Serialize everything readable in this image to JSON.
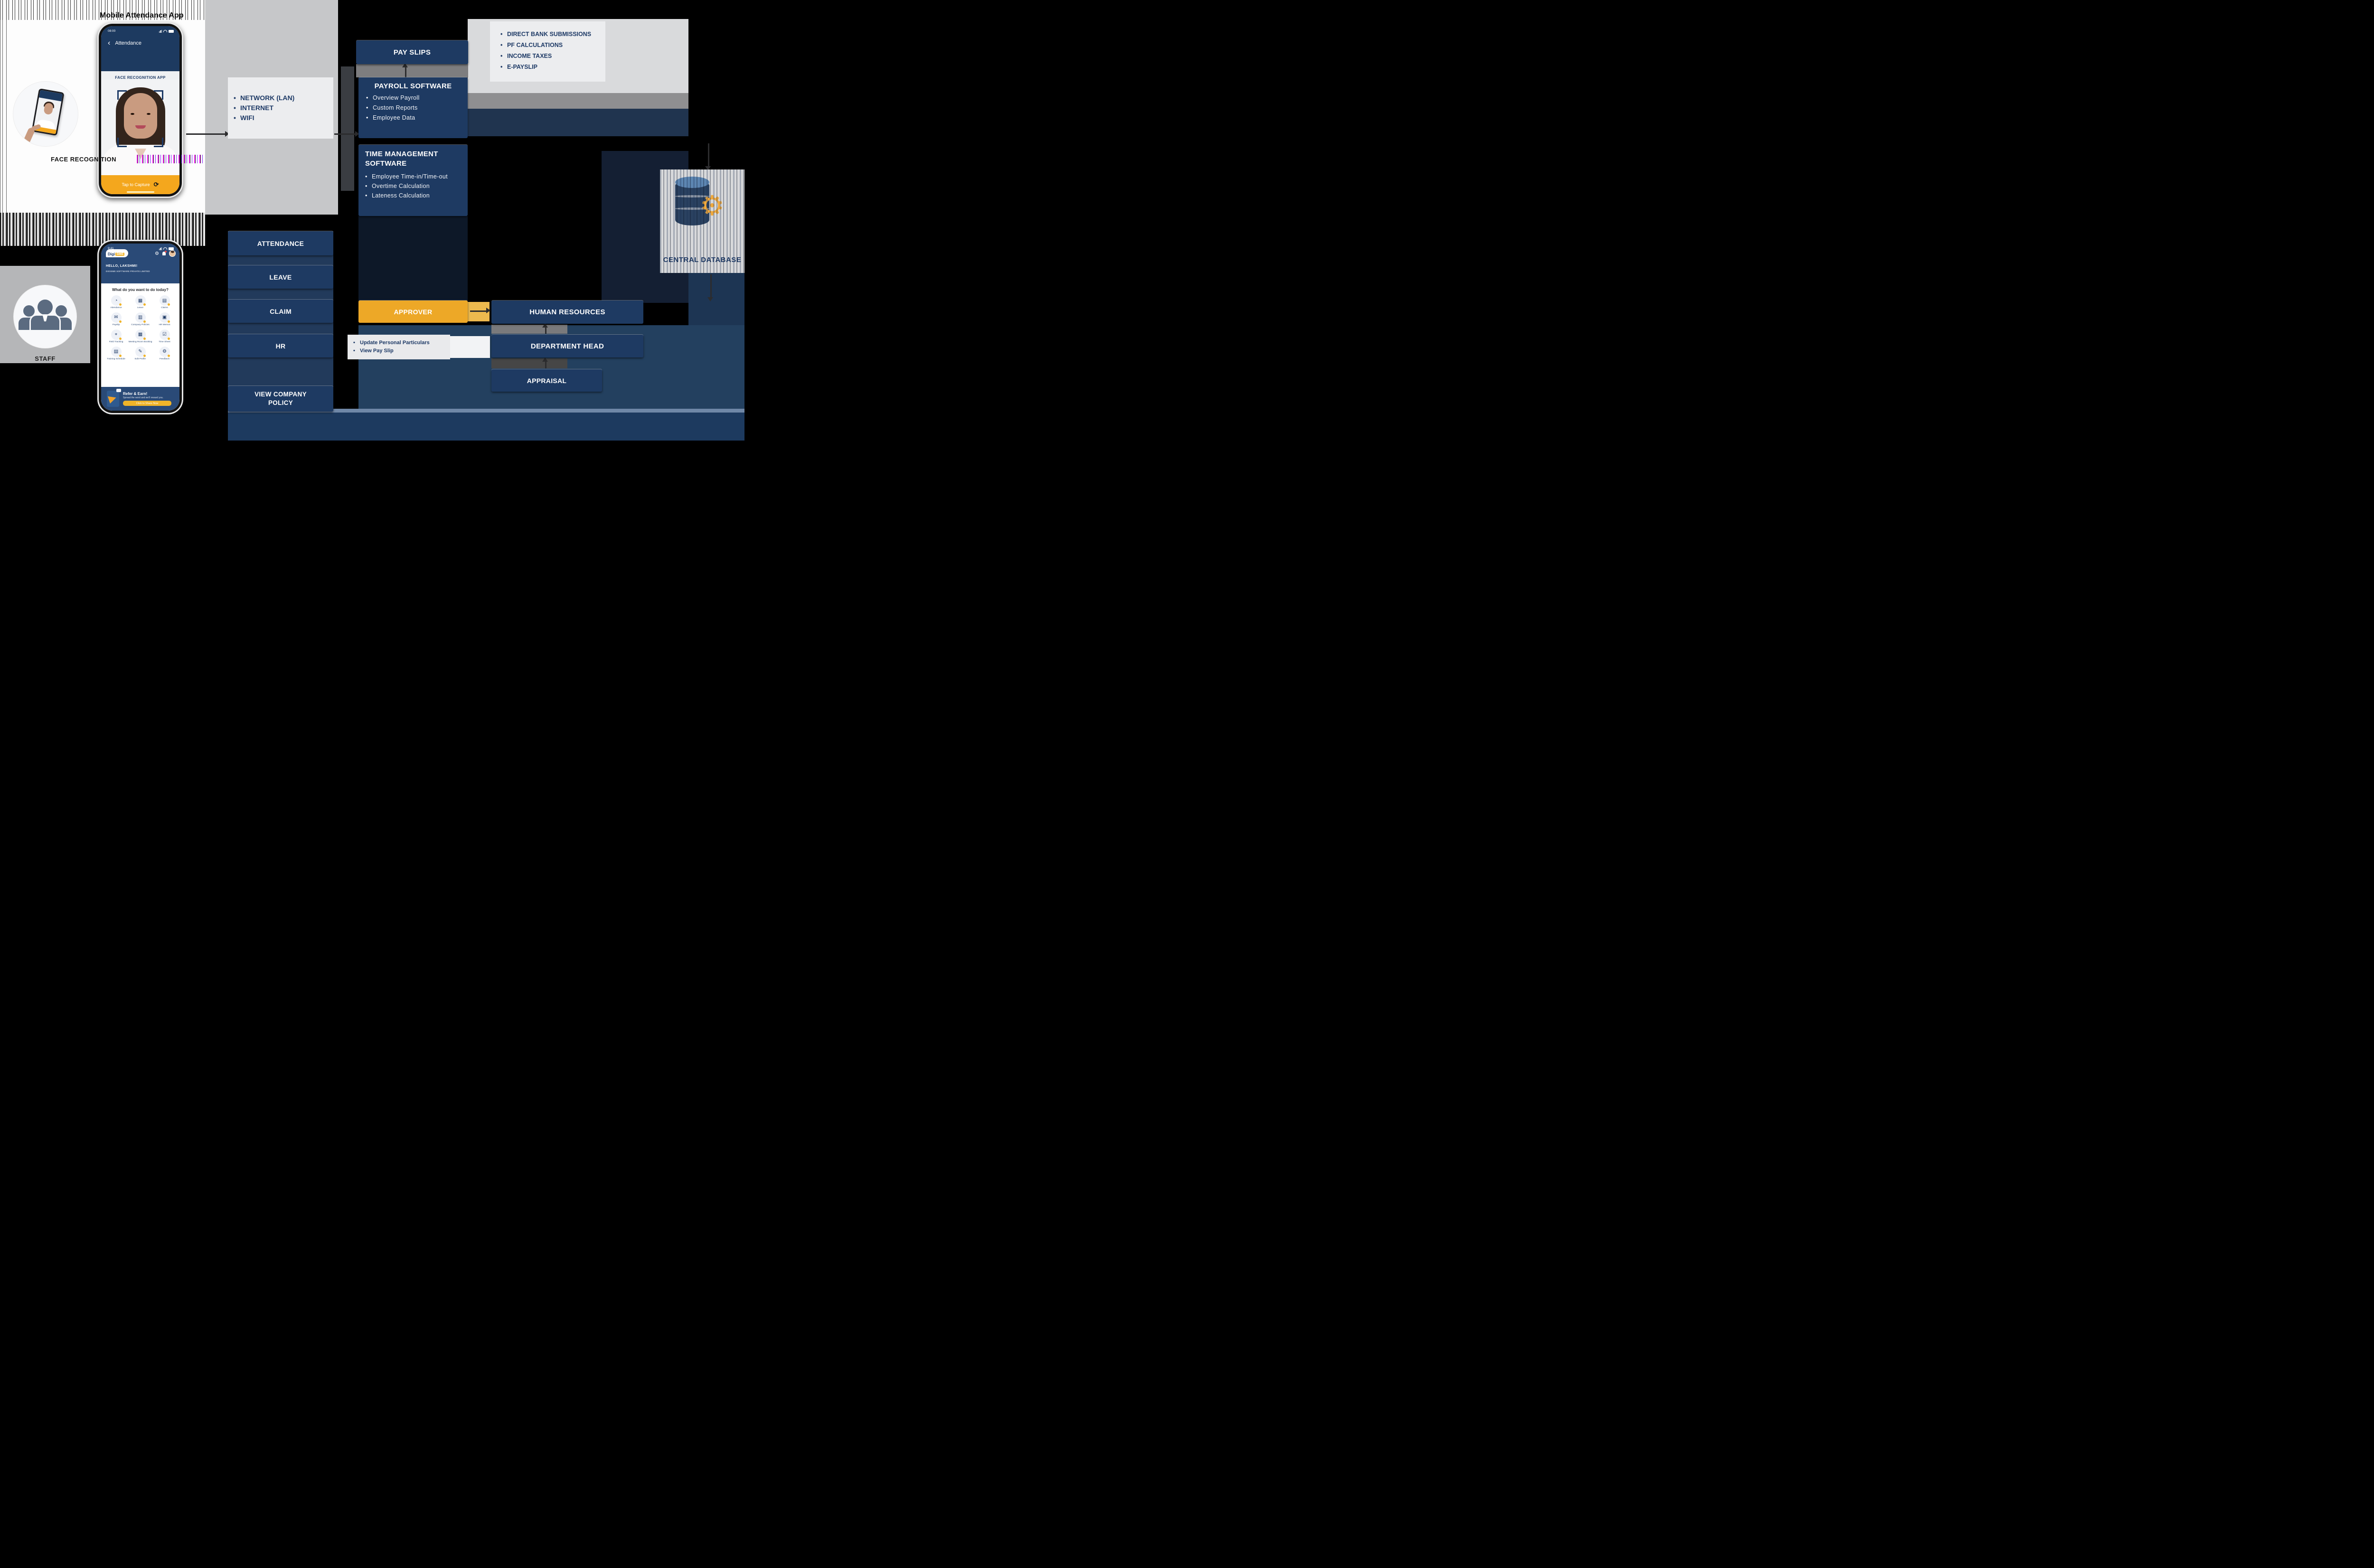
{
  "title": "Mobile Attendance App",
  "icons": {
    "back": "‹",
    "refresh": "⟳",
    "gear": "⚙"
  },
  "phone1": {
    "time": "08:00",
    "nav_title": "Attendance",
    "heading": "FACE RECOGNITION APP",
    "button": "Tap to Capture"
  },
  "captions": {
    "circle1": "FACE RECOGNITION",
    "circle2": "STAFF"
  },
  "phone2": {
    "time": "9:41",
    "logo": {
      "digi": "Digi",
      "sme": "SME"
    },
    "greeting": "HELLO, LAKSHMI!",
    "company": "DIGISME SOFTWARE PRIVATE LIMITED",
    "question": "What do you want to do today?",
    "apps": [
      {
        "label": "Attendance",
        "glyph": "◔"
      },
      {
        "label": "Leave",
        "glyph": "▦"
      },
      {
        "label": "Claims",
        "glyph": "▤"
      },
      {
        "label": "Payslip",
        "glyph": "✉"
      },
      {
        "label": "Company Policies",
        "glyph": "▥"
      },
      {
        "label": "HR Memos",
        "glyph": "▣"
      },
      {
        "label": "Field Tracking",
        "glyph": "⌖"
      },
      {
        "label": "Meeting Room Booking",
        "glyph": "▦"
      },
      {
        "label": "Time Sheet",
        "glyph": "☑"
      },
      {
        "label": "Training Schedule",
        "glyph": "▤"
      },
      {
        "label": "Edit Profile",
        "glyph": "✎"
      },
      {
        "label": "Feedback",
        "glyph": "⚙"
      }
    ],
    "refer": {
      "title": "Refer & Earn!",
      "subtitle": "Spread the word and we'll reward you.",
      "button": "Click to Share Now"
    }
  },
  "network_box": {
    "items": [
      "NETWORK (LAN)",
      "INTERNET",
      "WIFI"
    ]
  },
  "flow": {
    "pay_slips": "PAY SLIPS",
    "payroll": {
      "title": "PAYROLL SOFTWARE",
      "items": [
        "Overview Payroll",
        "Custom Reports",
        "Employee Data"
      ]
    },
    "time_mgmt": {
      "title": "TIME MANAGEMENT SOFTWARE",
      "items": [
        "Employee Time-in/Time-out",
        "Overtime Calculation",
        "Lateness Calculation"
      ]
    },
    "bank_list": [
      "DIRECT BANK SUBMISSIONS",
      "PF CALCULATIONS",
      "INCOME TAXES",
      "E-PAYSLIP"
    ],
    "left_menu": [
      "ATTENDANCE",
      "LEAVE",
      "CLAIM",
      "HR",
      "VIEW COMPANY POLICY"
    ],
    "approver": "APPROVER",
    "employee_actions": [
      "Update Personal Particulars",
      "View Pay Slip"
    ],
    "right_menu": [
      "HUMAN RESOURCES",
      "DEPARTMENT HEAD",
      "APPRAISAL"
    ],
    "central_db": "CENTRAL DATABASE"
  },
  "colors": {
    "navy_box": "#1e3a62",
    "navy_dark": "#16273f",
    "approver_yellow": "#eda827",
    "phone_bar_orange": "#f4a71d",
    "steel_divider": "#6f87a7",
    "gray_panel": "#c6c7c9",
    "gray_light": "#ecedef",
    "text_navy": "#1e3a66"
  }
}
